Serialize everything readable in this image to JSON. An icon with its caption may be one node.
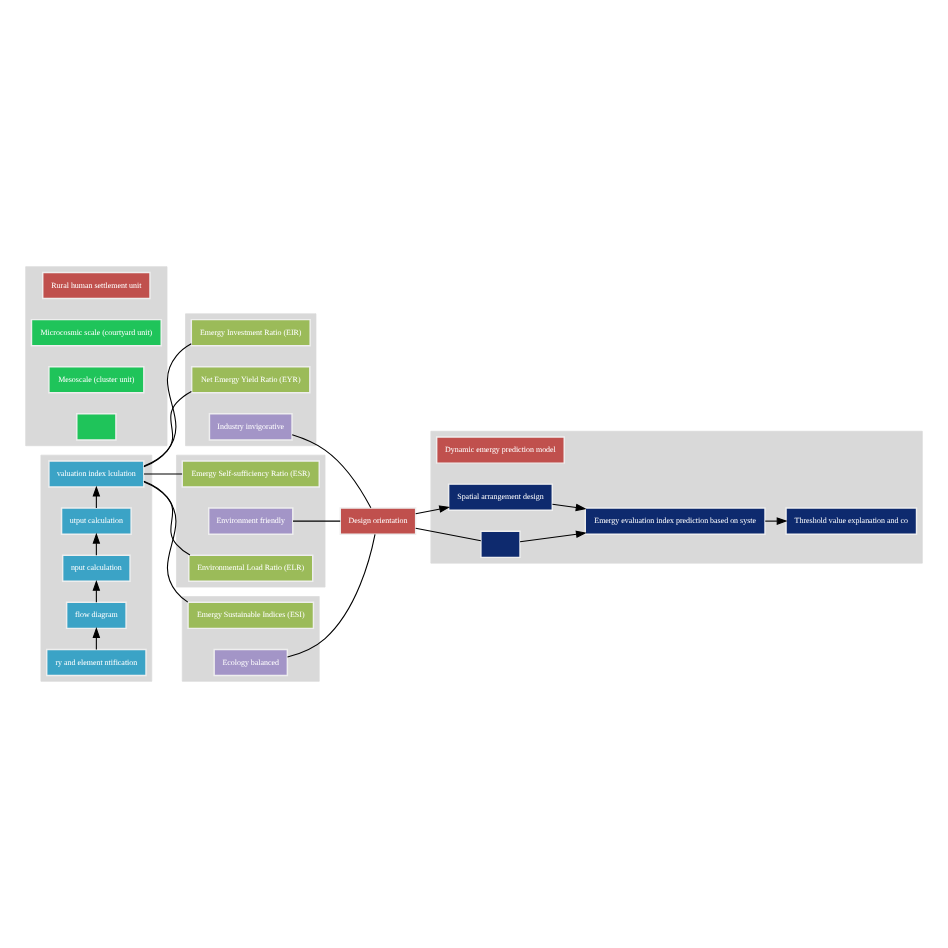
{
  "diagram": {
    "nodes": [
      {
        "text": [],
        "shape": "box"
      },
      {
        "text": [
          "ry and element ntification"
        ],
        "in": 0
      },
      {
        "text": [
          "flow diagram"
        ],
        "in": 0
      },
      {
        "text": [
          "nput calculation"
        ],
        "in": 0
      },
      {
        "text": [
          "utput calculation"
        ],
        "in": 0
      },
      {
        "text": [
          "valuation index lculation"
        ],
        "in": 0
      },
      {
        "text": [],
        "shape": "box"
      },
      {
        "text": [
          "Rural human settlement unit"
        ],
        "in": 6
      },
      {
        "text": [
          "Microcosmic scale (courtyard unit)"
        ],
        "in": 6
      },
      {
        "text": [
          "Mesoscale (cluster unit)"
        ],
        "in": 6
      },
      {
        "text": [],
        "shape": "box",
        "in": 6
      },
      {
        "text": [],
        "shape": "box"
      },
      {
        "text": [
          "Emergy Investment Ratio (EIR)"
        ],
        "in": 11
      },
      {
        "text": [
          "Net Emergy Yield Ratio (EYR)"
        ],
        "in": 11
      },
      {
        "text": [
          "Industry invigorative"
        ],
        "in": 11
      },
      {
        "text": [],
        "shape": "box"
      },
      {
        "text": [
          "Emergy Self-sufficiency Ratio (ESR)"
        ],
        "in": 15
      },
      {
        "text": [
          "Environment friendly"
        ],
        "in": 15
      },
      {
        "text": [
          "Environmental Load Ratio (ELR)"
        ],
        "in": 15
      },
      {
        "text": [],
        "shape": "box"
      },
      {
        "text": [
          "Emergy Sustainable Indices (ESI)"
        ],
        "in": 19
      },
      {
        "text": [
          "Ecology balanced"
        ],
        "in": 19
      },
      {
        "text": [
          "Design orientation"
        ]
      },
      {
        "text": [],
        "shape": "box"
      },
      {
        "text": [
          "Dynamic emergy prediction model"
        ],
        "in": 23
      },
      {
        "text": [
          "Spatial arrangement design"
        ],
        "in": 23
      },
      {
        "text": [],
        "shape": "box",
        "in": 23
      },
      {
        "text": [
          "Emergy evaluation index prediction based on syste"
        ],
        "in": 23
      },
      {
        "text": [
          "Threshold value explanation and co"
        ],
        "in": 23
      }
    ],
    "edges": [
      {
        "from": 1,
        "to": 2,
        "arrow": "to"
      },
      {
        "from": 2,
        "to": 3,
        "arrow": "to"
      },
      {
        "from": 3,
        "to": 4,
        "arrow": "to"
      },
      {
        "from": 4,
        "to": 5,
        "arrow": "to"
      },
      {
        "from": 5,
        "to": 12,
        "arrow": "none"
      },
      {
        "from": 5,
        "to": 13,
        "arrow": "none"
      },
      {
        "from": 5,
        "to": 16,
        "arrow": "none"
      },
      {
        "from": 5,
        "to": 18,
        "arrow": "none"
      },
      {
        "from": 5,
        "to": 20,
        "arrow": "none"
      },
      {
        "from": 14,
        "to": 22,
        "arrow": "none"
      },
      {
        "from": 17,
        "to": 22,
        "arrow": "none"
      },
      {
        "from": 21,
        "to": 22,
        "arrow": "none"
      },
      {
        "from": 22,
        "to": 25,
        "arrow": "to"
      },
      {
        "from": 22,
        "to": 26,
        "arrow": "none"
      },
      {
        "from": 25,
        "to": 27,
        "arrow": "to"
      },
      {
        "from": 26,
        "to": 27,
        "arrow": "to"
      },
      {
        "from": 27,
        "to": 28,
        "arrow": "to"
      }
    ]
  }
}
